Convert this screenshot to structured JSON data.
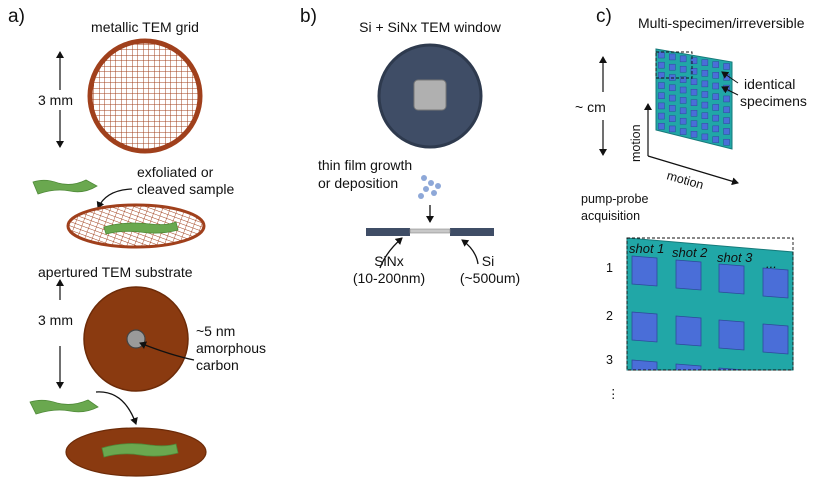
{
  "panel_a": {
    "letter": "a)",
    "grid_title": "metallic TEM grid",
    "dim_top": "3 mm",
    "sample_label_1": "exfoliated or",
    "sample_label_2": "cleaved sample",
    "substrate_title": "apertured TEM substrate",
    "dim_bottom": "3 mm",
    "carbon_1": "~5 nm",
    "carbon_2": "amorphous",
    "carbon_3": "carbon"
  },
  "panel_b": {
    "letter": "b)",
    "title": "Si + SiNx TEM window",
    "growth_1": "thin film growth",
    "growth_2": "or deposition",
    "sinx_1": "SiNx",
    "sinx_2": "(10-200nm)",
    "si_1": "Si",
    "si_2": "(~500um)"
  },
  "panel_c": {
    "letter": "c)",
    "title": "Multi-specimen/irreversible",
    "dim": "~  cm",
    "ident_1": "identical",
    "ident_2": "specimens",
    "motion_v": "motion",
    "motion_h": "motion",
    "pp_1": "pump-probe",
    "pp_2": "acquisition",
    "rows": [
      "1",
      "2",
      "3",
      "⋮"
    ],
    "shots": [
      "shot 1",
      "shot 2",
      "shot 3",
      "..."
    ]
  },
  "colors": {
    "copper": "#a0401c",
    "substrate_fill": "#8a3a10",
    "window_dark": "#3f4d66",
    "window_gray": "#b0b0b0",
    "teal": "#21a7a7",
    "specimen_blue": "#4a6ed8",
    "sample_green": "#6aa84f",
    "droplet": "#8ea8d8"
  }
}
